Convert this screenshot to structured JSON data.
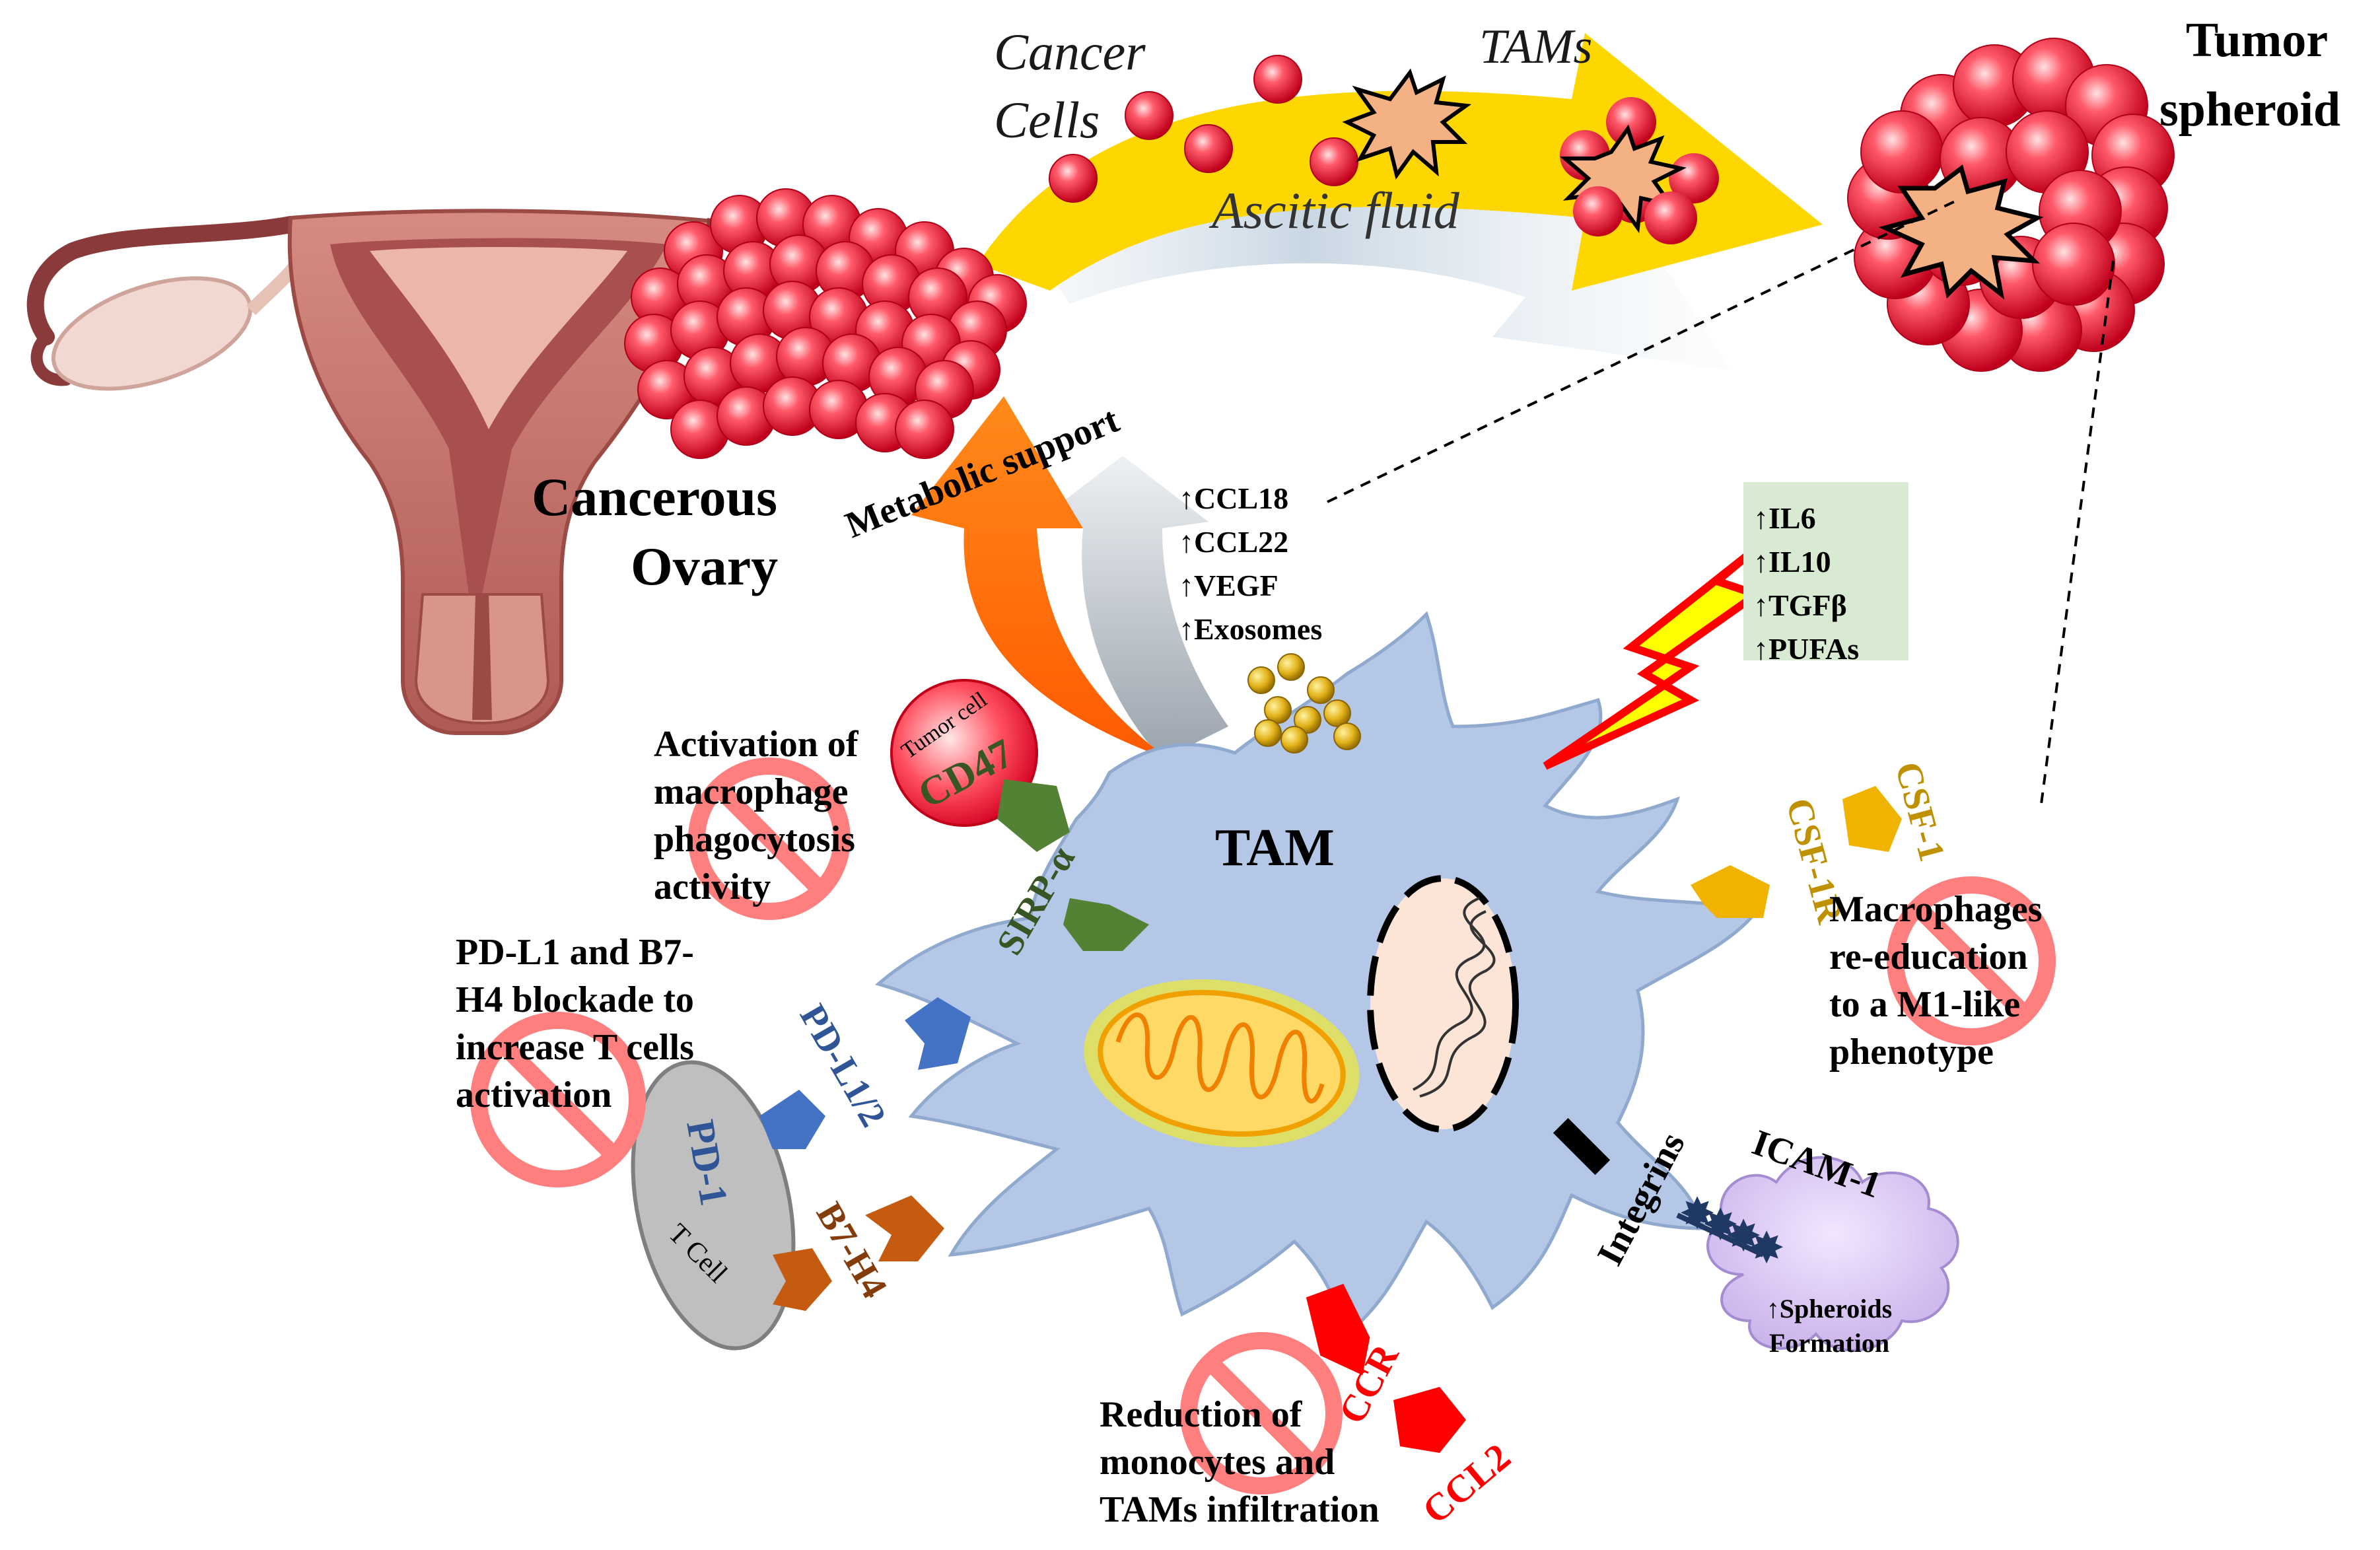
{
  "labels": {
    "cancer_cells_line1": "Cancer",
    "cancer_cells_line2": "Cells",
    "tams_top": "TAMs",
    "ascitic_fluid": "Ascitic fluid",
    "tumor_spheroid_line1": "Tumor",
    "tumor_spheroid_line2": "spheroid",
    "cancerous_ovary_line1": "Cancerous",
    "cancerous_ovary_line2": "Ovary",
    "metabolic_support": "Metabolic support",
    "tam_center": "TAM",
    "tumor_cell": "Tumor cell",
    "cd47": "CD47",
    "sirp_alpha": "SIRP-α",
    "pd_l1_2": "PD-L1/2",
    "pd_1": "PD-1",
    "t_cell": "T Cell",
    "b7_h4": "B7-H4",
    "csf_1": "CSF-1",
    "csf_1r": "CSF-1R",
    "integrins": "Integrins",
    "icam_1": "ICAM-1",
    "ccr": "CCR",
    "ccl2": "CCL2"
  },
  "secreted_factors": [
    "↑CCL18",
    "↑CCL22",
    "↑VEGF",
    "↑Exosomes"
  ],
  "environment_factors": [
    "↑IL6",
    "↑IL10",
    "↑TGFβ",
    "↑PUFAs"
  ],
  "spheroid_cloud": [
    "↑Spheroids",
    "Formation"
  ],
  "therapies": {
    "phagocytosis": [
      "Activation of",
      "macrophage",
      "phagocytosis",
      "activity"
    ],
    "checkpoint": [
      "PD-L1 and B7-",
      "H4 blockade to",
      "increase T cells",
      "activation"
    ],
    "reeducation": [
      "Macrophages",
      "re-education",
      "to a M1-like",
      "phenotype"
    ],
    "infiltration": [
      "Reduction of",
      "monocytes and",
      "TAMs infiltration"
    ]
  },
  "colors": {
    "tam_fill": "#b4c7e7",
    "cancer_cell": "#e8243a",
    "sirp_green": "#548235",
    "pd_blue": "#4472c4",
    "b7_brown": "#c55a11",
    "csf_gold": "#d4a017",
    "ccr_red": "#ff0000",
    "inhibit_pink": "#ff7f7f",
    "orange_arrow": "#ff6600",
    "yellow_arrow": "#ffd700"
  }
}
